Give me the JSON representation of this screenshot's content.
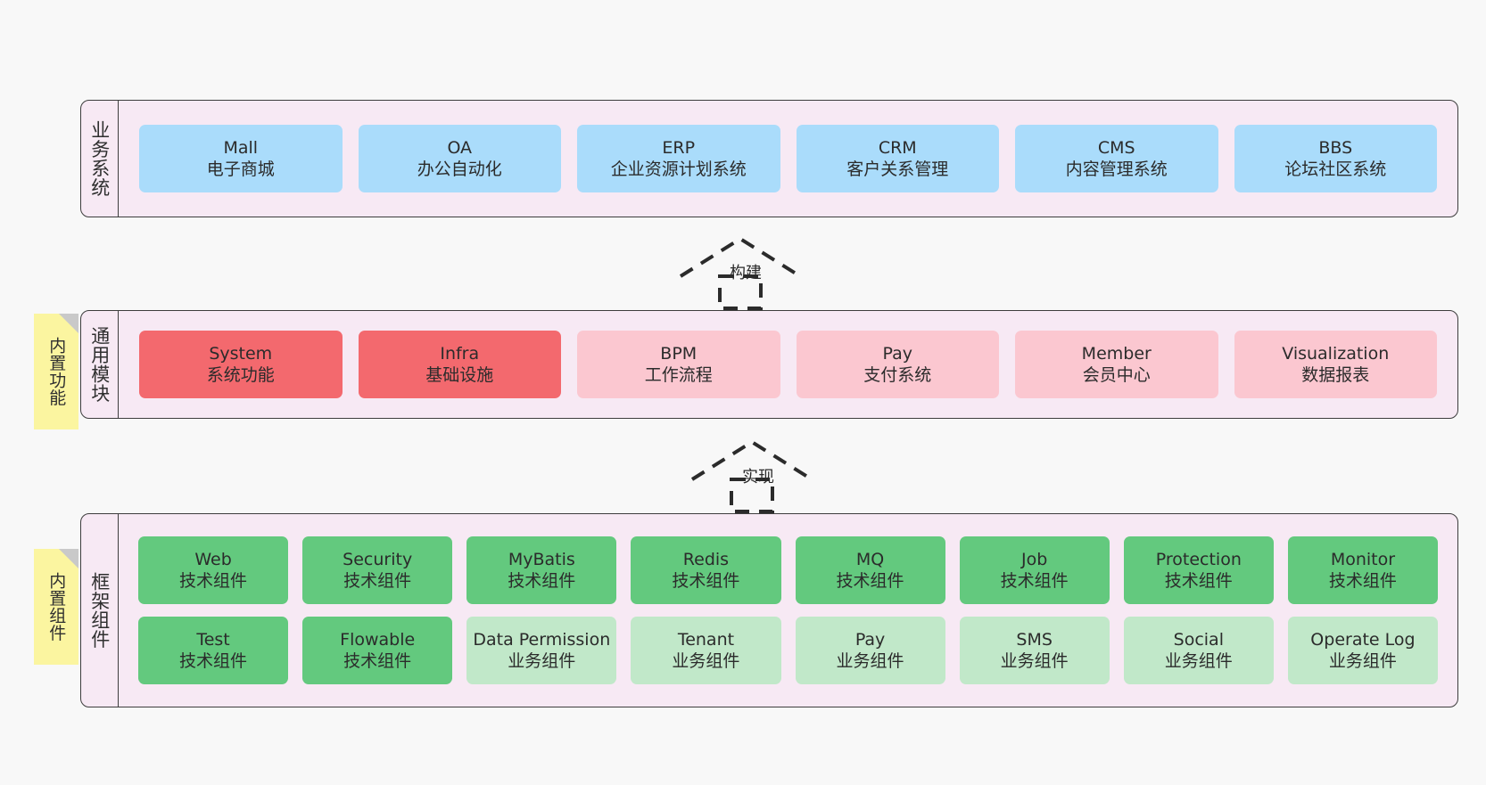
{
  "diagram": {
    "background_color": "#f8f8f8",
    "layer_bg_color": "#f7e9f4",
    "border_color": "#3d3d3d",
    "sticky_color": "#fbf5a0"
  },
  "layers": [
    {
      "id": "business-systems",
      "label": "业务系统",
      "sticky": null,
      "rows": [
        {
          "color": "#aadcfb",
          "nodes": [
            {
              "en": "Mall",
              "cn": "电子商城"
            },
            {
              "en": "OA",
              "cn": "办公自动化"
            },
            {
              "en": "ERP",
              "cn": "企业资源计划系统"
            },
            {
              "en": "CRM",
              "cn": "客户关系管理"
            },
            {
              "en": "CMS",
              "cn": "内容管理系统"
            },
            {
              "en": "BBS",
              "cn": "论坛社区系统"
            }
          ]
        }
      ]
    },
    {
      "id": "common-modules",
      "label": "通用模块",
      "sticky": "内置功能",
      "rows": [
        {
          "nodes": [
            {
              "en": "System",
              "cn": "系统功能",
              "color": "#f3696e"
            },
            {
              "en": "Infra",
              "cn": "基础设施",
              "color": "#f3696e"
            },
            {
              "en": "BPM",
              "cn": "工作流程",
              "color": "#fbc7d0"
            },
            {
              "en": "Pay",
              "cn": "支付系统",
              "color": "#fbc7d0"
            },
            {
              "en": "Member",
              "cn": "会员中心",
              "color": "#fbc7d0"
            },
            {
              "en": "Visualization",
              "cn": "数据报表",
              "color": "#fbc7d0"
            }
          ]
        }
      ]
    },
    {
      "id": "framework-components",
      "label": "框架组件",
      "sticky": "内置组件",
      "rows": [
        {
          "nodes": [
            {
              "en": "Web",
              "cn": "技术组件",
              "color": "#63c97e"
            },
            {
              "en": "Security",
              "cn": "技术组件",
              "color": "#63c97e"
            },
            {
              "en": "MyBatis",
              "cn": "技术组件",
              "color": "#63c97e"
            },
            {
              "en": "Redis",
              "cn": "技术组件",
              "color": "#63c97e"
            },
            {
              "en": "MQ",
              "cn": "技术组件",
              "color": "#63c97e"
            },
            {
              "en": "Job",
              "cn": "技术组件",
              "color": "#63c97e"
            },
            {
              "en": "Protection",
              "cn": "技术组件",
              "color": "#63c97e"
            },
            {
              "en": "Monitor",
              "cn": "技术组件",
              "color": "#63c97e"
            }
          ]
        },
        {
          "nodes": [
            {
              "en": "Test",
              "cn": "技术组件",
              "color": "#63c97e"
            },
            {
              "en": "Flowable",
              "cn": "技术组件",
              "color": "#63c97e"
            },
            {
              "en": "Data Permission",
              "cn": "业务组件",
              "color": "#c1e8c9",
              "wrap": true
            },
            {
              "en": "Tenant",
              "cn": "业务组件",
              "color": "#c1e8c9"
            },
            {
              "en": "Pay",
              "cn": "业务组件",
              "color": "#c1e8c9"
            },
            {
              "en": "SMS",
              "cn": "业务组件",
              "color": "#c1e8c9"
            },
            {
              "en": "Social",
              "cn": "业务组件",
              "color": "#c1e8c9"
            },
            {
              "en": "Operate Log",
              "cn": "业务组件",
              "color": "#c1e8c9"
            }
          ]
        }
      ]
    }
  ],
  "connectors": [
    {
      "id": "build",
      "label": "构建"
    },
    {
      "id": "implement",
      "label": "实现"
    }
  ]
}
